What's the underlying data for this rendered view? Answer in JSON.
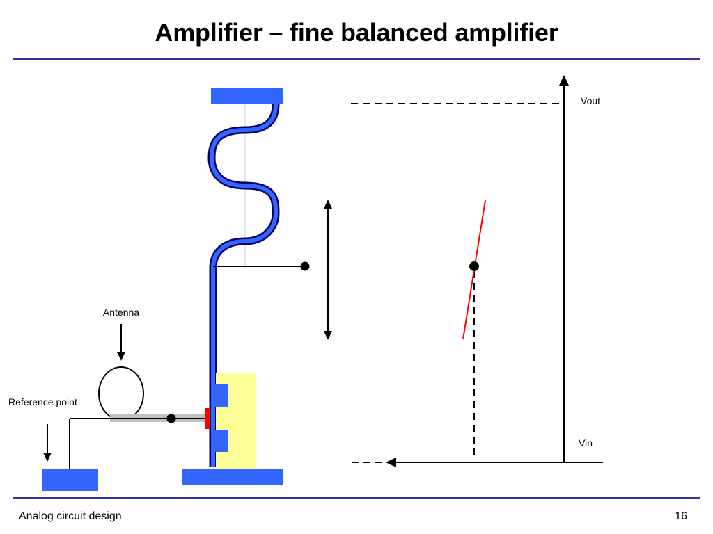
{
  "slide": {
    "title": "Amplifier – fine balanced amplifier",
    "footer_text": "Analog circuit design",
    "page_number": "16"
  },
  "diagram": {
    "labels": {
      "antenna": "Antenna",
      "reference_point": "Reference point",
      "vout": "Vout",
      "vin": "Vin"
    }
  },
  "colors": {
    "rule": "#333399",
    "plate": "#3366ff",
    "spring_outline": "#000066",
    "yellow_block": "#ffff99",
    "red_contact": "#ff0000",
    "transfer_line": "#ff0000",
    "gray_arm": "#c0c0c0"
  }
}
